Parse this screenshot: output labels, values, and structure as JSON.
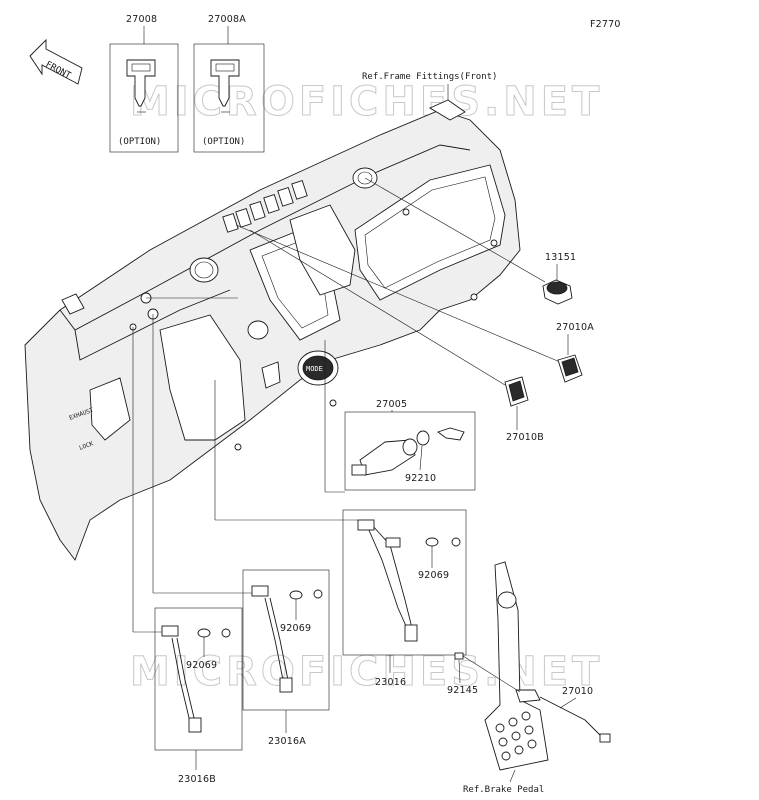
{
  "diagram_code": "F2770",
  "watermark": "MICROFICHES.NET",
  "front_label": "FRONT",
  "references": {
    "frame_fittings": "Ref.Frame Fittings(Front)",
    "brake_pedal": "Ref.Brake Pedal"
  },
  "keys": [
    {
      "part_no": "27008",
      "note": "(OPTION)"
    },
    {
      "part_no": "27008A",
      "note": "(OPTION)"
    }
  ],
  "part_labels": {
    "p13151": "13151",
    "p27010A": "27010A",
    "p27010B": "27010B",
    "p27005": "27005",
    "p92210": "92210",
    "p92069_a": "92069",
    "p92069_b": "92069",
    "p92069_c": "92069",
    "p23016": "23016",
    "p23016A": "23016A",
    "p23016B": "23016B",
    "p92145": "92145",
    "p27010": "27010"
  },
  "dash_marks": {
    "knob": "MODE",
    "switch_top": "EXHAUST",
    "switch_bottom": "LOCK"
  }
}
